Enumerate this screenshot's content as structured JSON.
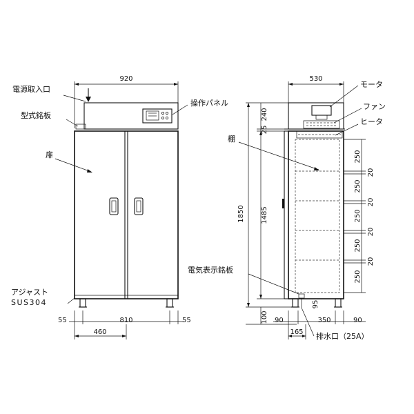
{
  "labels": {
    "power_inlet": "電源取入口",
    "nameplate": "型式銘板",
    "door": "扉",
    "control_panel": "操作パネル",
    "adjuster_1": "アジャスト",
    "adjuster_2": "SUS304",
    "shelf": "棚",
    "motor": "モータ",
    "fan": "ファン",
    "heater": "ヒータ",
    "elec_plate": "電気表示銘板",
    "drain": "排水口（25A）"
  },
  "dims": {
    "front_width": "920",
    "bottom_left": "55",
    "bottom_mid": "810",
    "bottom_right": "55",
    "half_width": "460",
    "side_width": "530",
    "top_240": "240",
    "top_25": "25",
    "h_1850": "1850",
    "h_1485": "1485",
    "h_100": "100",
    "b_90a": "90",
    "b_350": "350",
    "b_90b": "90",
    "b_165": "165",
    "drain_95": "95",
    "shelf_250_1": "250",
    "shelf_250_2": "250",
    "shelf_250_3": "250",
    "shelf_250_4": "250",
    "shelf_250_5": "250",
    "gap_20_1": "20",
    "gap_20_2": "20",
    "gap_20_3": "20",
    "gap_20_4": "20"
  }
}
